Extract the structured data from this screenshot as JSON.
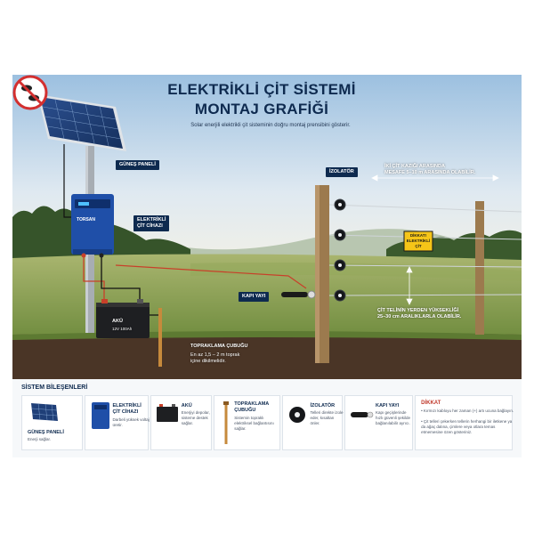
{
  "header": {
    "title_line1": "ELEKTRİKLİ ÇİT SİSTEMİ",
    "title_line2": "MONTAJ GRAFİĞİ",
    "subtitle": "Solar enerjili elektrikli çit sisteminin doğru montaj prensibini gösterir."
  },
  "labels": {
    "solar_panel": "GÜNEŞ PANELİ",
    "energizer_line1": "ELEKTRİKLİ",
    "energizer_line2": "ÇİT CİHAZI",
    "insulator": "İZOLATÖR",
    "gate_handle": "KAPI YAYI",
    "warning_line1": "DİKKAT!",
    "warning_line2": "ELEKTRİKLİ ÇİT",
    "brand": "TORSAN",
    "battery": "AKÜ",
    "battery_spec": "12V 100Ah",
    "grounding_rod": "TOPRAKLAMA ÇUBUĞU",
    "grounding_note_line1": "En az 1,5 – 2 m toprak",
    "grounding_note_line2": "içine dikilmelidir.",
    "post_spacing_line1": "İKİ ÇİT KAZIĞI ARASINDA",
    "post_spacing_line2": "MESAFE 5–10 m ARASINDA OLABİLİR.",
    "wire_height_line1": "ÇİT TELİNİN YERDEN YÜKSEKLİĞİ",
    "wire_height_line2": "25–30 cm ARALIKLARLA OLABİLİR."
  },
  "components": {
    "heading": "SİSTEM BİLEŞENLERİ",
    "items": [
      {
        "name": "GÜNEŞ PANELİ",
        "desc": "Enerji sağlar."
      },
      {
        "name_line1": "ELEKTRİKLİ",
        "name_line2": "ÇİT CİHAZI",
        "desc": "Darbeli yüksek voltaj üretir."
      },
      {
        "name": "AKÜ",
        "desc": "Enerjiyi depolar, sisteme destek sağlar."
      },
      {
        "name_line1": "TOPRAKLAMA",
        "name_line2": "ÇUBUĞU",
        "desc": "Sistemin topraklı elektriksel bağlantısını sağlar."
      },
      {
        "name": "İZOLATÖR",
        "desc": "Telleri direkte izole eder, kısaltan önler."
      },
      {
        "name": "KAPI YAYI",
        "desc": "Kapı geçişlerinde hızlı güvenli şekilde bağlanılabilir ayrıcı."
      }
    ],
    "warning": {
      "title": "DİKKAT",
      "line1": "• Kırmızı kabloyu her zaman (+) artı ucuna bağlayın.",
      "line2": "• Çit telleri çekerken tellerin herhangi bir iletkene ya da ağaç dalına, çimlere veya otlara temas etmemesine özen gösteriniz."
    }
  },
  "colors": {
    "navy": "#0e2a4f",
    "sky_top": "#9cc0e0",
    "grass": "#7f9a4c",
    "soil": "#4a3526",
    "energizer_blue": "#1f4fa8",
    "warning_yellow": "#f5c518",
    "wire_red": "#c8402a"
  }
}
